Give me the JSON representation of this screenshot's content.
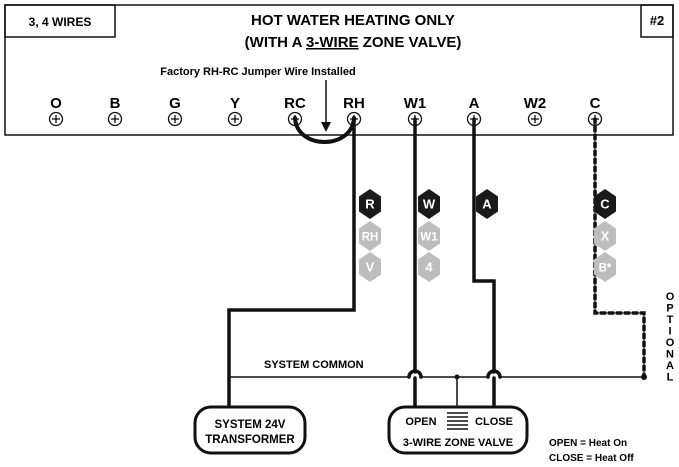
{
  "header": {
    "wires_label": "3, 4 WIRES",
    "title_line1": "HOT WATER HEATING ONLY",
    "title_line2_pre": "(WITH A ",
    "title_line2_underlined": "3-WIRE",
    "title_line2_post": " ZONE VALVE)",
    "diagram_number": "#2"
  },
  "jumper_note": "Factory RH-RC Jumper Wire Installed",
  "terminals": [
    "O",
    "B",
    "G",
    "Y",
    "RC",
    "RH",
    "W1",
    "A",
    "W2",
    "C"
  ],
  "wire_tags": {
    "rh_column": [
      "R",
      "RH",
      "V"
    ],
    "w1_column": [
      "W",
      "W1",
      "4"
    ],
    "a_column": [
      "A"
    ],
    "c_column": [
      "C",
      "X",
      "B*"
    ]
  },
  "labels": {
    "system_common": "SYSTEM COMMON",
    "optional": "OPTIONAL"
  },
  "transformer": {
    "line1": "SYSTEM 24V",
    "line2": "TRANSFORMER"
  },
  "zone_valve": {
    "open": "OPEN",
    "close": "CLOSE",
    "name": "3-WIRE ZONE VALVE"
  },
  "legend": {
    "open_note": "OPEN = Heat On",
    "close_note": "CLOSE = Heat Off"
  },
  "colors": {
    "line": "#111111",
    "black_tag": "#1a1a1a",
    "gray_tag": "#bdbdbd",
    "tag_text_light": "#ffffff",
    "tag_text_gray": "#ffffff"
  }
}
